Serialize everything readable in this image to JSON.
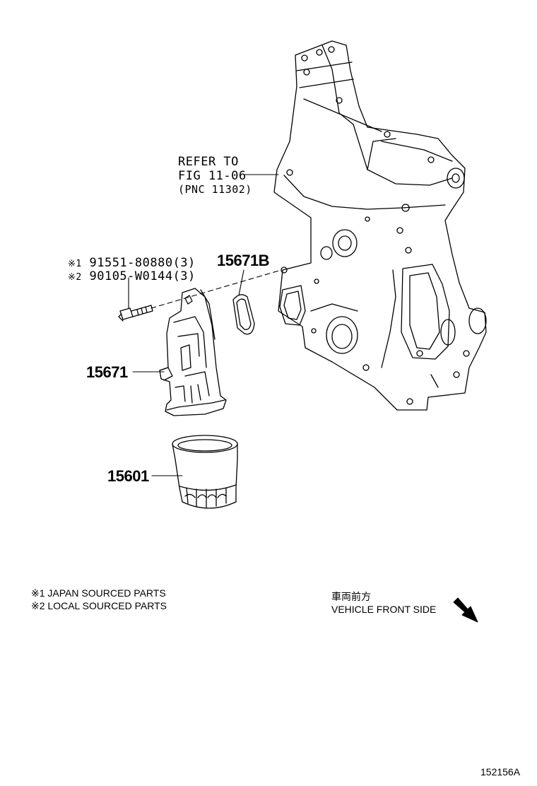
{
  "refer": {
    "line1": "REFER TO",
    "line2": "FIG 11-06",
    "line3": "(PNC 11302)"
  },
  "bolt_parts": [
    {
      "mark": "※1",
      "part": "91551-80880(3)"
    },
    {
      "mark": "※2",
      "part": "90105-W0144(3)"
    }
  ],
  "callouts": {
    "gasket": "15671B",
    "bracket": "15671",
    "filter": "15601"
  },
  "notes": [
    "※1 JAPAN SOURCED PARTS",
    "※2 LOCAL SOURCED PARTS"
  ],
  "direction": {
    "jp": "車両前方",
    "en": "VEHICLE FRONT SIDE",
    "arrow_icon": "arrow-down-right-icon"
  },
  "figure_id": "152156A"
}
